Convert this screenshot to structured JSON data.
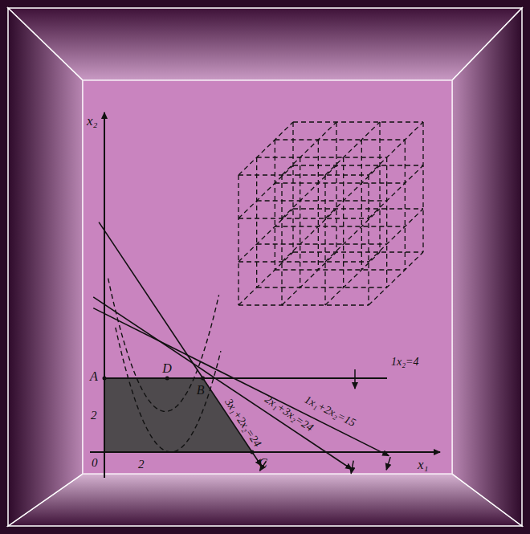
{
  "diagram": {
    "labels": [
      "x₂",
      "x₁",
      "0",
      "2",
      "2",
      "A",
      "D",
      "B",
      "C",
      "1x₂=4",
      "3x₁+2x₂=24",
      "2x₁+3x₂=24",
      "1x₁+2x₂=15"
    ]
  }
}
